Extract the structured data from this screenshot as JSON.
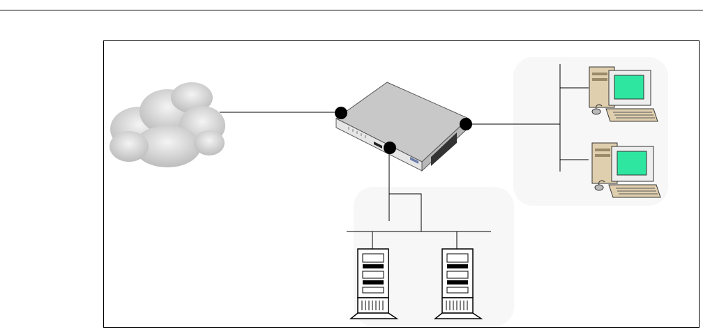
{
  "diagram": {
    "nodes": [
      {
        "id": "internet",
        "icon": "cloud-icon"
      },
      {
        "id": "router",
        "icon": "router-icon",
        "ports": 3
      },
      {
        "id": "lan-workstations",
        "icon": "workstation-icon",
        "count": 2
      },
      {
        "id": "dmz-servers",
        "icon": "server-tower-icon",
        "count": 2
      }
    ],
    "links": [
      {
        "from": "internet",
        "to": "router"
      },
      {
        "from": "router",
        "to": "lan-workstations"
      },
      {
        "from": "router",
        "to": "dmz-servers"
      }
    ],
    "colors": {
      "zone": "#f7f7f7",
      "cloud": "#cfcfcf",
      "router_top": "#c8c8c8",
      "router_front": "#e6e6e6",
      "monitor_screen": "#2ee6a0",
      "cpu_case": "#e0cfae",
      "port_dot": "#000000"
    }
  }
}
